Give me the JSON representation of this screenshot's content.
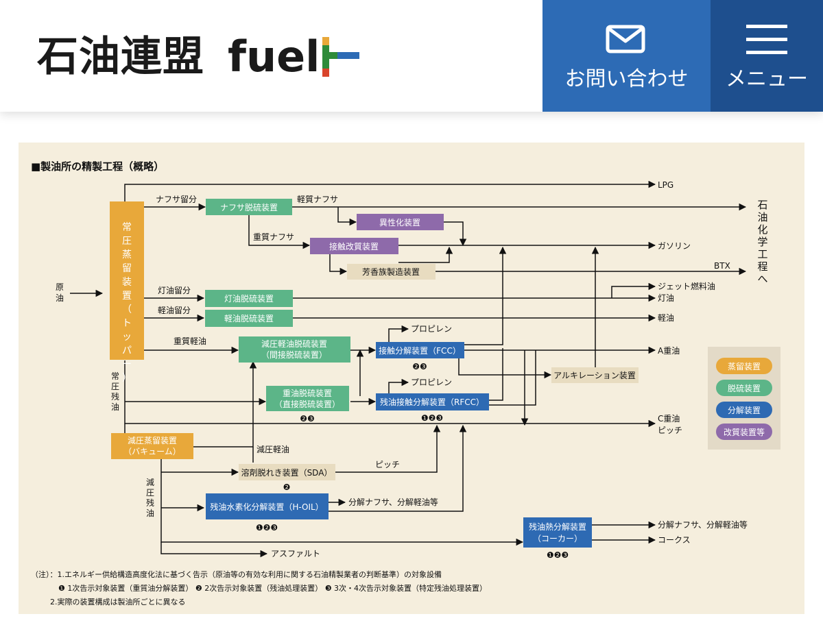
{
  "header": {
    "logo_kanji": "石油連盟",
    "logo_fuel": "fuel",
    "contact_label": "お問い合わせ",
    "menu_label": "メニュー",
    "icons": {
      "contact": "mail-icon",
      "menu": "hamburger-menu-icon"
    },
    "colors": {
      "contact_bg": "#2d6bb5",
      "menu_bg": "#1e4f8e"
    }
  },
  "diagram": {
    "title": "■製油所の精製工程（概略）",
    "input_label": "原油",
    "colors": {
      "distillation": "#e8a83a",
      "desulfurization": "#5cb588",
      "cracking": "#2e6ab3",
      "reforming": "#8e6aaa",
      "other": "#e8dcc0",
      "panel": "#f5eedd"
    },
    "units": {
      "topper": "常圧蒸留装置（トッパー）",
      "naphtha_hds": "ナフサ脱硫装置",
      "isomerization": "異性化装置",
      "catalytic_reformer": "接触改質装置",
      "aromatics": "芳香族製造装置",
      "kerosene_hds": "灯油脱硫装置",
      "gasoil_hds": "軽油脱硫装置",
      "vgo_hds": [
        "減圧軽油脱硫装置",
        "（間接脱硫装置）"
      ],
      "fcc": "接触分解装置（FCC）",
      "fcc_marks": "❷❸",
      "resid_hds": [
        "重油脱硫装置",
        "（直接脱硫装置）"
      ],
      "resid_hds_marks": "❷❸",
      "rfcc": "残油接触分解装置（RFCC）",
      "rfcc_marks": "❶❷❸",
      "alkylation": "アルキレーション装置",
      "vacuum": [
        "減圧蒸留装置",
        "（バキューム）"
      ],
      "sda": "溶剤脱れき装置（SDA）",
      "sda_marks": "❷",
      "h_oil": "残油水素化分解装置（H-OIL）",
      "h_oil_marks": "❶❷❸",
      "coker": [
        "残油熱分解装置",
        "（コーカー）"
      ],
      "coker_marks": "❶❷❸"
    },
    "streams": {
      "naphtha_cut": "ナフサ留分",
      "light_naphtha": "軽質ナフサ",
      "heavy_naphtha": "重質ナフサ",
      "kerosene_cut": "灯油留分",
      "gasoil_cut": "軽油留分",
      "heavy_gasoil": "重質軽油",
      "atm_residue": "常圧残油",
      "vgo": "減圧軽油",
      "vac_residue": "減圧残油",
      "pitch": "ピッチ",
      "propylene_1": "プロピレン",
      "propylene_2": "プロピレン"
    },
    "products": {
      "lpg": "LPG",
      "petrochem": "石油化学工程へ",
      "gasoline": "ガソリン",
      "btx": "BTX",
      "jet": "ジェット燃料油",
      "kerosene": "灯油",
      "diesel": "軽油",
      "a_fuel": "A重油",
      "c_fuel": "C重油",
      "pitch": "ピッチ",
      "hoil_out": "分解ナフサ、分解軽油等",
      "coker_out": "分解ナフサ、分解軽油等",
      "coke": "コークス",
      "asphalt": "アスファルト"
    },
    "legend": [
      "蒸留装置",
      "脱硫装置",
      "分解装置",
      "改質装置等"
    ],
    "notes": [
      "（注）：1.エネルギー供給構造高度化法に基づく告示（原油等の有効な利用に関する石油精製業者の判断基準）の対象設備",
      "❶ 1次告示対象装置（重質油分解装置）  ❷ 2次告示対象装置（残油処理装置）  ❸ 3次・4次告示対象装置（特定残油処理装置）",
      "2.実際の装置構成は製油所ごとに異なる"
    ]
  }
}
